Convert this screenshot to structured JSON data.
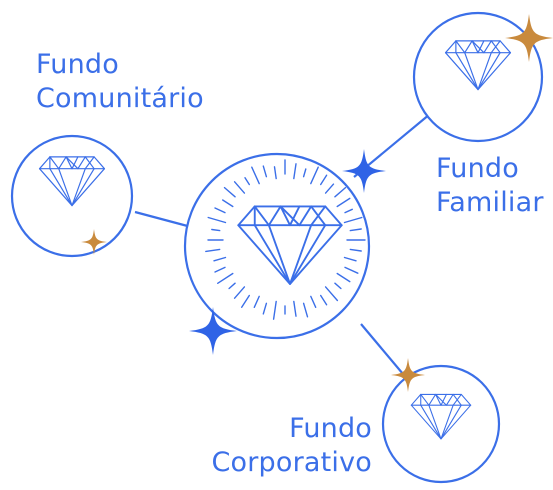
{
  "colors": {
    "line": "#3b6fe8",
    "text": "#3b6fe8",
    "sparkle_blue": "#2f63e6",
    "sparkle_gold": "#c98a3d"
  },
  "labels": {
    "comunitario": {
      "line1": "Fundo",
      "line2": "Comunitário"
    },
    "familiar": {
      "line1": "Fundo",
      "line2": "Familiar"
    },
    "corporativo": {
      "line1": "Fundo",
      "line2": "Corporativo"
    }
  },
  "icons": {
    "diamond": "diamond-icon",
    "sparkle": "sparkle-icon"
  }
}
